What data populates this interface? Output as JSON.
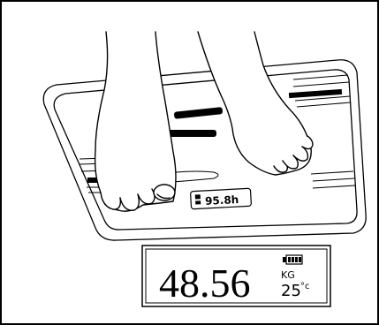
{
  "scale_display": {
    "value": "95.8h"
  },
  "weight_display": {
    "weight": "48.56",
    "unit": "KG",
    "temperature": "25",
    "temp_unit": "°c"
  }
}
